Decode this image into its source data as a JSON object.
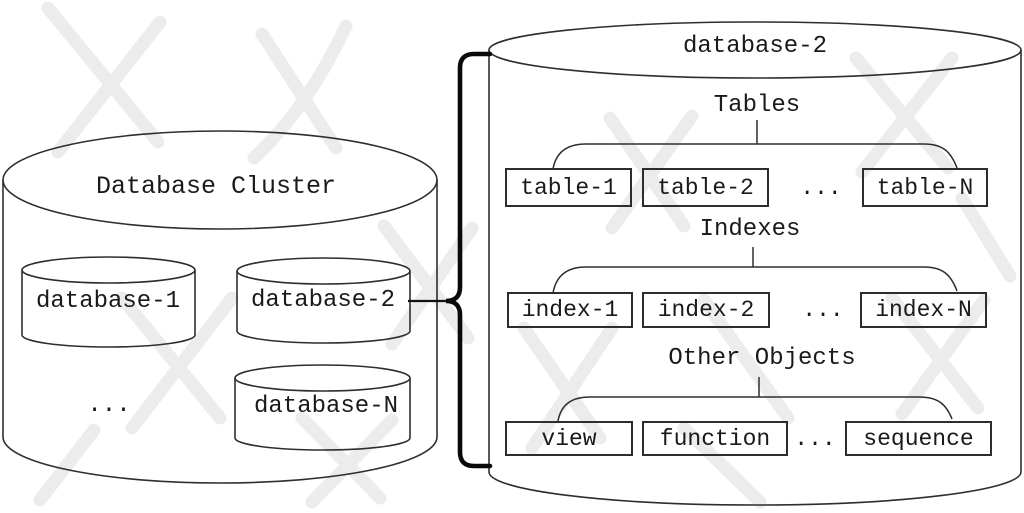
{
  "cluster": {
    "title": "Database Cluster",
    "items": [
      "database-1",
      "database-2",
      "...",
      "database-N"
    ]
  },
  "detail": {
    "title": "database-2",
    "sections": [
      {
        "label": "Tables",
        "items": [
          "table-1",
          "table-2",
          "...",
          "table-N"
        ]
      },
      {
        "label": "Indexes",
        "items": [
          "index-1",
          "index-2",
          "...",
          "index-N"
        ]
      },
      {
        "label": "Other Objects",
        "items": [
          "view",
          "function",
          "...",
          "sequence"
        ]
      }
    ]
  },
  "colors": {
    "line": "#2e2e2e",
    "brace": "#0a0a0a",
    "text": "#1a1a1a",
    "watermark": "#ececec",
    "background": "#ffffff"
  }
}
